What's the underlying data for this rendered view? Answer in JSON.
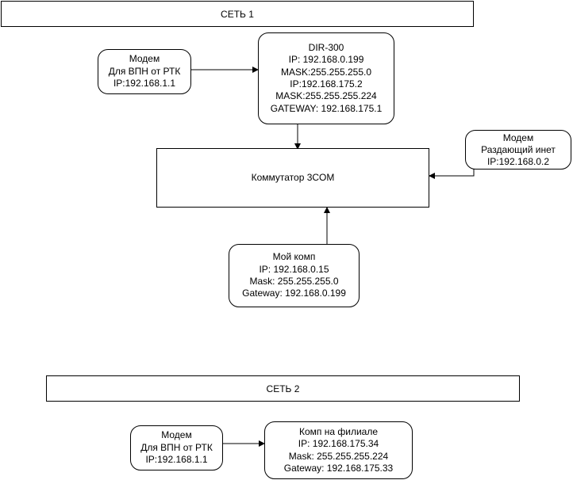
{
  "network1": {
    "title": "СЕТЬ 1",
    "modem_vpn": {
      "lines": [
        "Модем",
        "Для ВПН от РТК",
        "IP:192.168.1.1"
      ]
    },
    "router": {
      "lines": [
        "DIR-300",
        "IP: 192.168.0.199",
        "MASK:255.255.255.0",
        "IP:192.168.175.2",
        "MASK:255.255.255.224",
        "GATEWAY: 192.168.175.1"
      ]
    },
    "switch": {
      "label": "Коммутатор 3COM"
    },
    "modem_inet": {
      "lines": [
        "Модем",
        "Раздающий инет",
        "IP:192.168.0.2"
      ]
    },
    "my_pc": {
      "lines": [
        "Мой комп",
        "IP: 192.168.0.15",
        "Mask: 255.255.255.0",
        "Gateway: 192.168.0.199"
      ]
    }
  },
  "network2": {
    "title": "СЕТЬ 2",
    "modem_vpn": {
      "lines": [
        "Модем",
        "Для ВПН от РТК",
        "IP:192.168.1.1"
      ]
    },
    "branch_pc": {
      "lines": [
        "Комп на филиале",
        "IP: 192.168.175.34",
        "Mask: 255.255.255.224",
        "Gateway: 192.168.175.33"
      ]
    }
  }
}
